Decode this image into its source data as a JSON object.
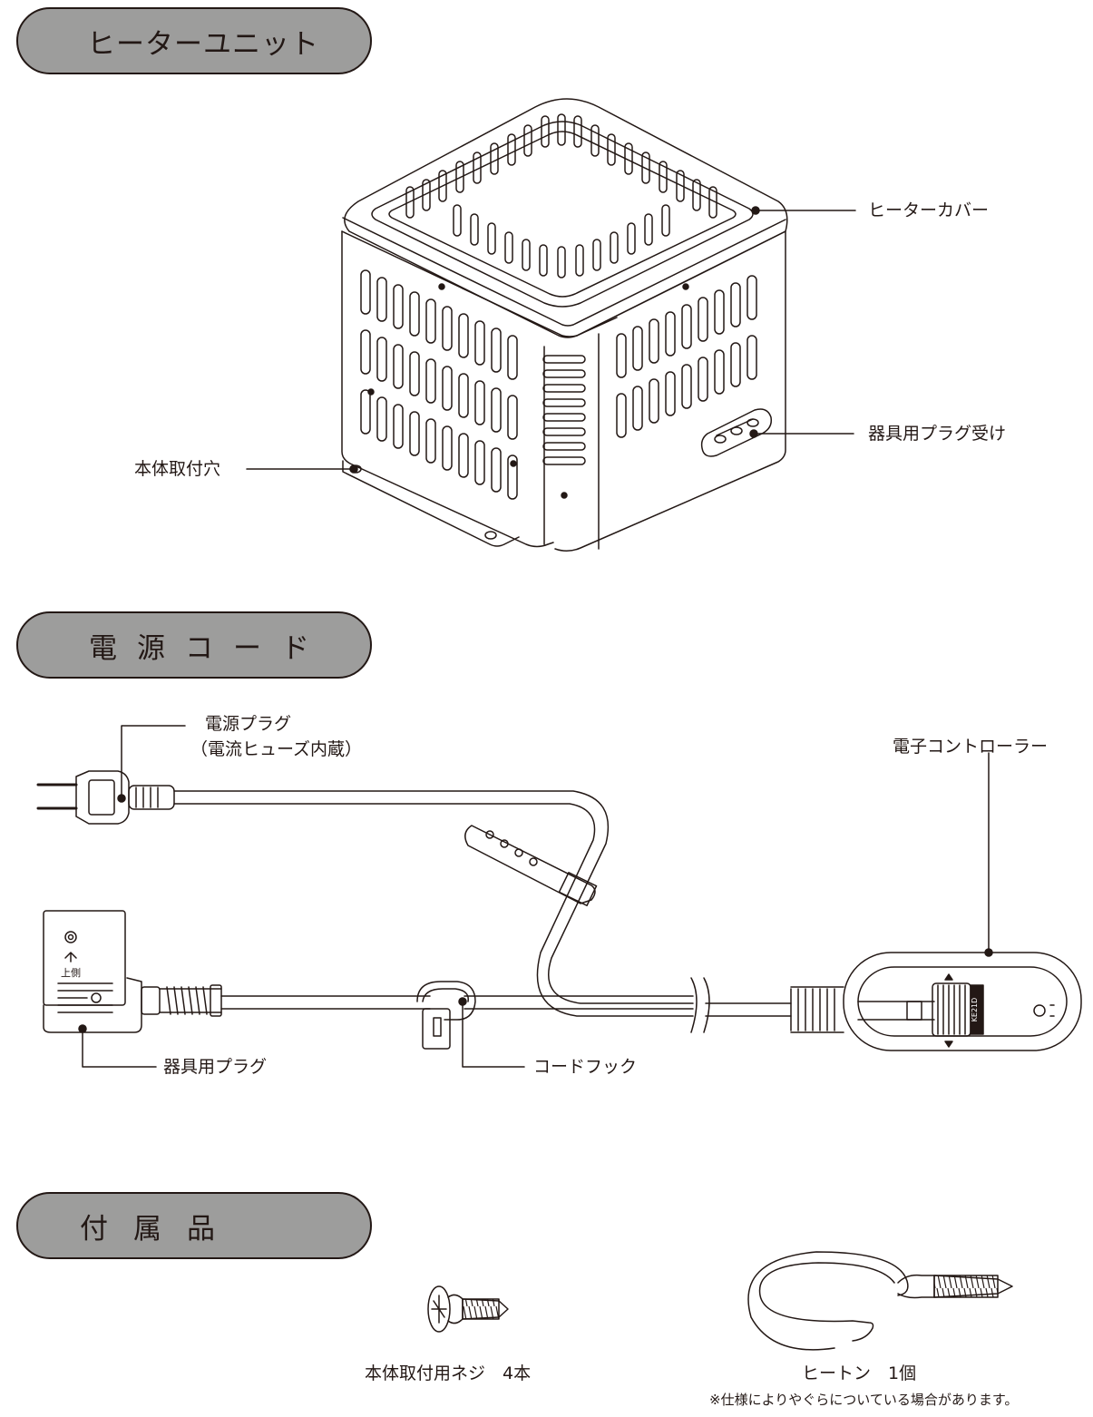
{
  "sections": {
    "heater_unit": "ヒーターユニット",
    "power_cord": "電源コード",
    "accessories": "付属品"
  },
  "labels": {
    "heater_cover": "ヒーターカバー",
    "plug_receptacle": "器具用プラグ受け",
    "mounting_hole": "本体取付穴",
    "power_plug": "電源プラグ",
    "power_plug_note": "（電流ヒューズ内蔵）",
    "controller": "電子コントローラー",
    "appliance_plug": "器具用プラグ",
    "cord_hook": "コードフック",
    "screws": "本体取付用ネジ　4本",
    "hook_eye": "ヒートン　1個",
    "hook_note": "※仕様によりやぐらについている場合があります。"
  },
  "plug_text": "上側",
  "controller_text": "KE21D",
  "colors": {
    "pill_fill": "#9d9d9c",
    "line": "#231815",
    "background": "#ffffff"
  }
}
